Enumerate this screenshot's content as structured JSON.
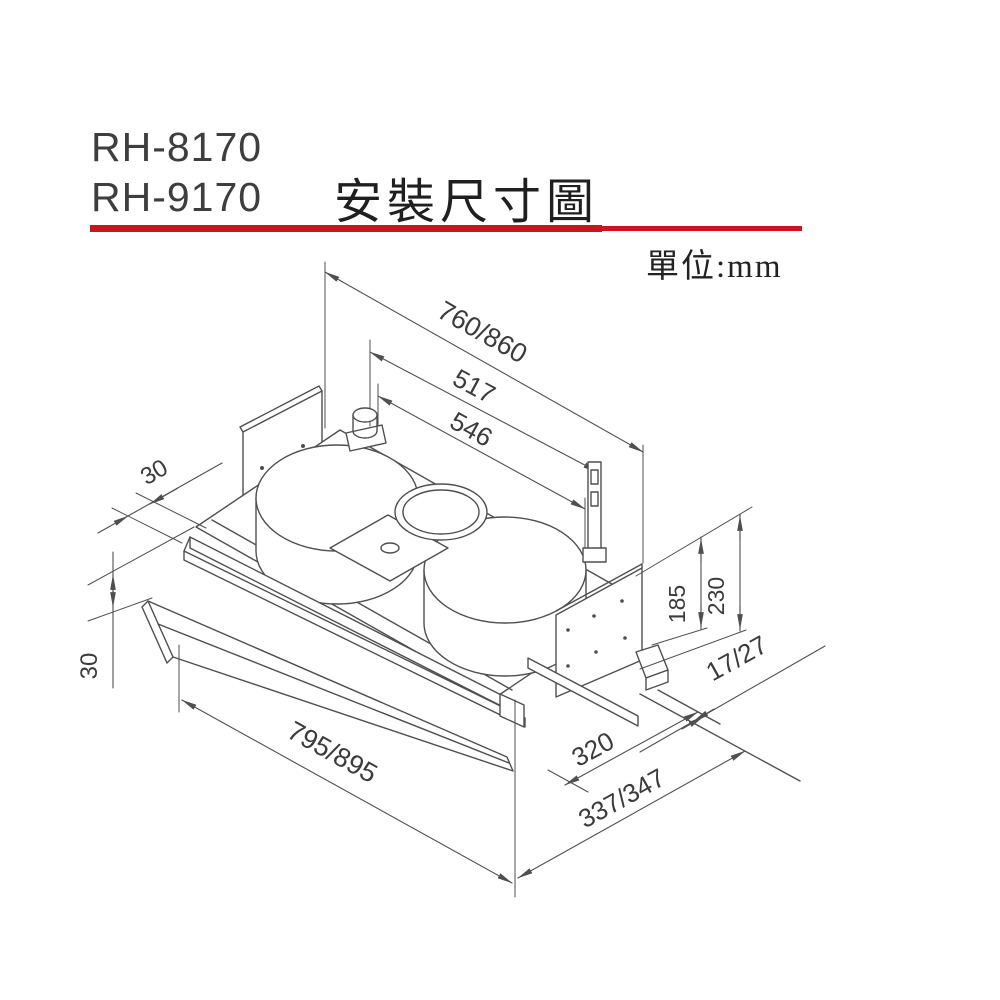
{
  "page": {
    "background": "#ffffff",
    "accent_red": "#c9161e",
    "line_color": "#4f4f4f",
    "text_color": "#3c3c3c"
  },
  "header": {
    "model_1": "RH-8170",
    "model_2": "RH-9170",
    "title": "安裝尺寸圖",
    "unit_label": "單位:mm"
  },
  "diagram": {
    "type": "isometric installation drawing of built-in range hood",
    "unit": "mm",
    "dimensions_mm": {
      "top_rail_width": "760/860",
      "mount_span_inner": "517",
      "mount_span_outer": "546",
      "left_step": "30",
      "front_panel_drop": "30",
      "overall_width": "795/895",
      "body_depth": "320",
      "overall_depth": "337/347",
      "wall_clearance": "17/27",
      "rear_height_inner": "185",
      "rear_height_overall": "230"
    }
  }
}
